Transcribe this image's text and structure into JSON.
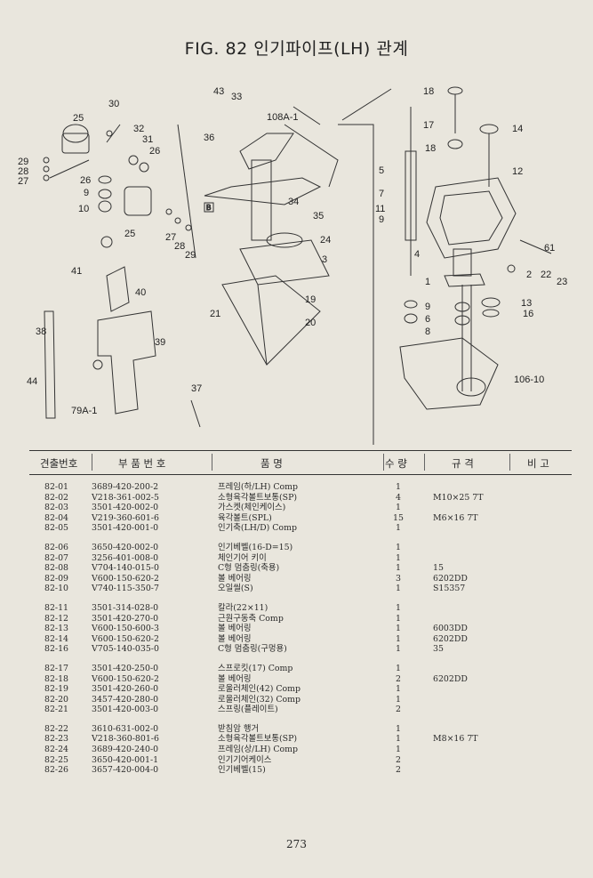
{
  "title": "FIG. 82 인기파이프(LH) 관계",
  "page_number": "273",
  "diagram": {
    "labels": [
      "43",
      "33",
      "30",
      "108A-1",
      "25",
      "32",
      "36",
      "31",
      "26",
      "29",
      "28",
      "27",
      "26",
      "9",
      "10",
      "34",
      "35",
      "25",
      "27",
      "28",
      "29",
      "24",
      "3",
      "41",
      "40",
      "19",
      "21",
      "20",
      "38",
      "39",
      "44",
      "37",
      "79A-1",
      "18",
      "17",
      "14",
      "18",
      "5",
      "12",
      "7",
      "11",
      "9",
      "4",
      "2",
      "22",
      "61",
      "23",
      "1",
      "9",
      "13",
      "6",
      "16",
      "8",
      "106-10"
    ]
  },
  "table": {
    "headers": [
      "견출번호",
      "부 품 번 호",
      "품 명",
      "수 량",
      "규 격",
      "비 고"
    ],
    "groups": [
      [
        {
          "no": "82-01",
          "part": "3689-420-200-2",
          "name": "프레임(하/LH) Comp",
          "qty": "1",
          "spec": ""
        },
        {
          "no": "82-02",
          "part": "V218-361-002-5",
          "name": "소형육각볼트보통(SP)",
          "qty": "4",
          "spec": "M10×25 7T"
        },
        {
          "no": "82-03",
          "part": "3501-420-002-0",
          "name": "가스켓(체인케이스)",
          "qty": "1",
          "spec": ""
        },
        {
          "no": "82-04",
          "part": "V219-360-601-6",
          "name": "육각볼트(SPL)",
          "qty": "15",
          "spec": "M6×16 7T"
        },
        {
          "no": "82-05",
          "part": "3501-420-001-0",
          "name": "인기축(LH/D) Comp",
          "qty": "1",
          "spec": ""
        }
      ],
      [
        {
          "no": "82-06",
          "part": "3650-420-002-0",
          "name": "인기베벨(16-D=15)",
          "qty": "1",
          "spec": ""
        },
        {
          "no": "82-07",
          "part": "3256-401-008-0",
          "name": "체인기어 키이",
          "qty": "1",
          "spec": ""
        },
        {
          "no": "82-08",
          "part": "V704-140-015-0",
          "name": "C형 멈춤링(축용)",
          "qty": "1",
          "spec": "15"
        },
        {
          "no": "82-09",
          "part": "V600-150-620-2",
          "name": "볼 베어링",
          "qty": "3",
          "spec": "6202DD"
        },
        {
          "no": "82-10",
          "part": "V740-115-350-7",
          "name": "오일씰(S)",
          "qty": "1",
          "spec": "S15357"
        }
      ],
      [
        {
          "no": "82-11",
          "part": "3501-314-028-0",
          "name": "칼라(22×11)",
          "qty": "1",
          "spec": ""
        },
        {
          "no": "82-12",
          "part": "3501-420-270-0",
          "name": "근원구동축 Comp",
          "qty": "1",
          "spec": ""
        },
        {
          "no": "82-13",
          "part": "V600-150-600-3",
          "name": "볼 베어링",
          "qty": "1",
          "spec": "6003DD"
        },
        {
          "no": "82-14",
          "part": "V600-150-620-2",
          "name": "볼 베어링",
          "qty": "1",
          "spec": "6202DD"
        },
        {
          "no": "82-16",
          "part": "V705-140-035-0",
          "name": "C형 멈춤링(구멍용)",
          "qty": "1",
          "spec": "35"
        }
      ],
      [
        {
          "no": "82-17",
          "part": "3501-420-250-0",
          "name": "스프로킷(17) Comp",
          "qty": "1",
          "spec": ""
        },
        {
          "no": "82-18",
          "part": "V600-150-620-2",
          "name": "볼 베어링",
          "qty": "2",
          "spec": "6202DD"
        },
        {
          "no": "82-19",
          "part": "3501-420-260-0",
          "name": "로울러체인(42) Comp",
          "qty": "1",
          "spec": ""
        },
        {
          "no": "82-20",
          "part": "3457-420-280-0",
          "name": "로울러체인(32) Comp",
          "qty": "1",
          "spec": ""
        },
        {
          "no": "82-21",
          "part": "3501-420-003-0",
          "name": "스프링(플레이트)",
          "qty": "2",
          "spec": ""
        }
      ],
      [
        {
          "no": "82-22",
          "part": "3610-631-002-0",
          "name": "받침암 행거",
          "qty": "1",
          "spec": ""
        },
        {
          "no": "82-23",
          "part": "V218-360-801-6",
          "name": "소형육각볼트보통(SP)",
          "qty": "1",
          "spec": "M8×16 7T"
        },
        {
          "no": "82-24",
          "part": "3689-420-240-0",
          "name": "프레임(상/LH) Comp",
          "qty": "1",
          "spec": ""
        },
        {
          "no": "82-25",
          "part": "3650-420-001-1",
          "name": "인기기어케이스",
          "qty": "2",
          "spec": ""
        },
        {
          "no": "82-26",
          "part": "3657-420-004-0",
          "name": "인기베벨(15)",
          "qty": "2",
          "spec": ""
        }
      ]
    ]
  }
}
